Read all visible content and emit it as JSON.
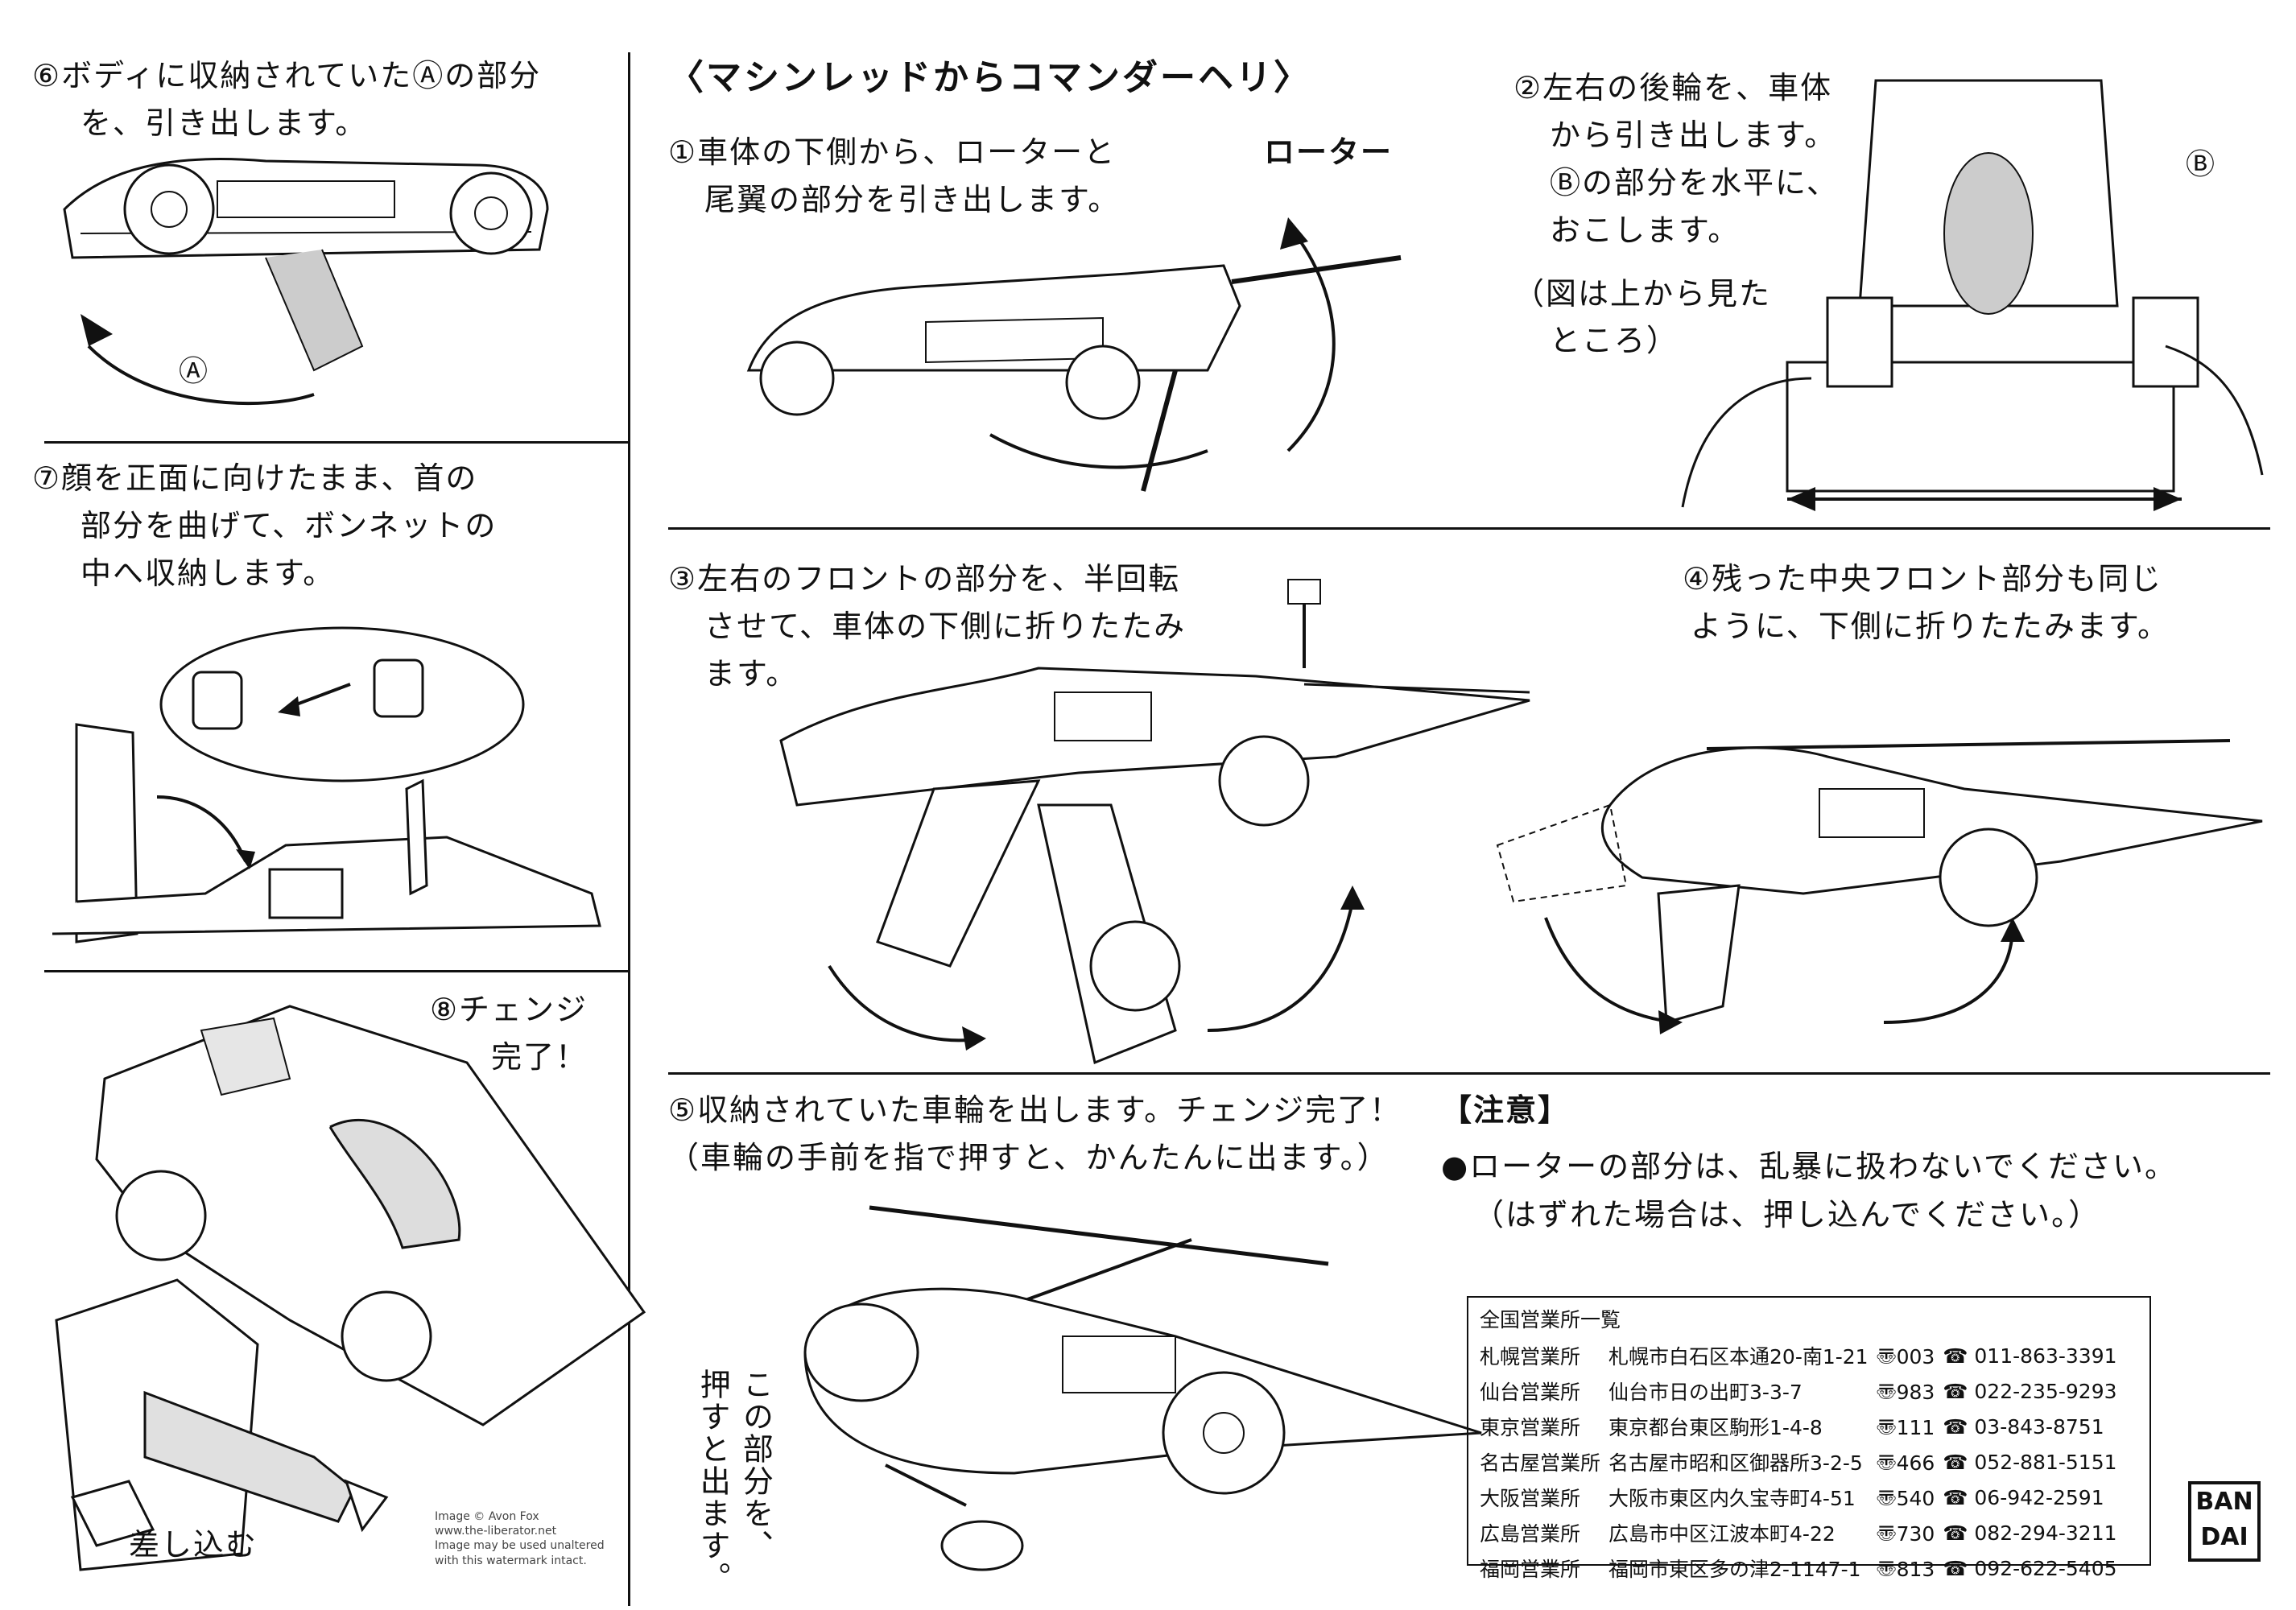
{
  "title": "〈マシンレッドからコマンダーヘリ〉",
  "left": {
    "step6": [
      "⑥ボディに収納されていたⒶの部分",
      "を、引き出します。"
    ],
    "step6_label": "Ⓐ",
    "step7": [
      "⑦顔を正面に向けたまま、首の",
      "部分を曲げて、ボンネットの",
      "中へ収納します。"
    ],
    "step8": [
      "⑧チェンジ",
      "完了！"
    ],
    "insert_label": "差し込む"
  },
  "steps": {
    "step1": [
      "①車体の下側から、ローターと",
      "尾翼の部分を引き出します。"
    ],
    "rotor_label": "ローター",
    "step2": [
      "②左右の後輪を、車体",
      "から引き出します。",
      "Ⓑの部分を水平に、",
      "おこします。",
      "（図は上から見た",
      "ところ）"
    ],
    "b_label": "Ⓑ",
    "step3": [
      "③左右のフロントの部分を、半回転",
      "させて、車体の下側に折りたたみ",
      "ます。"
    ],
    "step4": [
      "④残った中央フロント部分も同じ",
      "ように、下側に折りたたみます。"
    ],
    "step5": [
      "⑤収納されていた車輪を出します。チェンジ完了！",
      "（車輪の手前を指で押すと、かんたんに出ます。）"
    ],
    "push_note": [
      "この部分を、",
      "押すと出ます。"
    ]
  },
  "caution": {
    "heading": "【注意】",
    "bullet": "●ローターの部分は、乱暴に扱わないでください。",
    "note": "（はずれた場合は、押し込んでください。）"
  },
  "offices": {
    "heading": "全国営業所一覧",
    "rows": [
      {
        "name": "札幌営業所",
        "address": "札幌市白石区本通20-南1-21",
        "zip": "〠003",
        "phone": "☎ 011-863-3391"
      },
      {
        "name": "仙台営業所",
        "address": "仙台市日の出町3-3-7",
        "zip": "〠983",
        "phone": "☎ 022-235-9293"
      },
      {
        "name": "東京営業所",
        "address": "東京都台東区駒形1-4-8",
        "zip": "〠111",
        "phone": "☎ 03-843-8751"
      },
      {
        "name": "名古屋営業所",
        "address": "名古屋市昭和区御器所3-2-5",
        "zip": "〠466",
        "phone": "☎ 052-881-5151"
      },
      {
        "name": "大阪営業所",
        "address": "大阪市東区内久宝寺町4-51",
        "zip": "〠540",
        "phone": "☎ 06-942-2591"
      },
      {
        "name": "広島営業所",
        "address": "広島市中区江波本町4-22",
        "zip": "〠730",
        "phone": "☎ 082-294-3211"
      },
      {
        "name": "福岡営業所",
        "address": "福岡市東区多の津2-1147-1",
        "zip": "〠813",
        "phone": "☎ 092-622-5405"
      }
    ]
  },
  "logo": [
    "BAN",
    "DAI"
  ],
  "credit": [
    "Image © Avon Fox",
    "www.the-liberator.net",
    "Image may be used unaltered",
    "with this watermark intact."
  ]
}
